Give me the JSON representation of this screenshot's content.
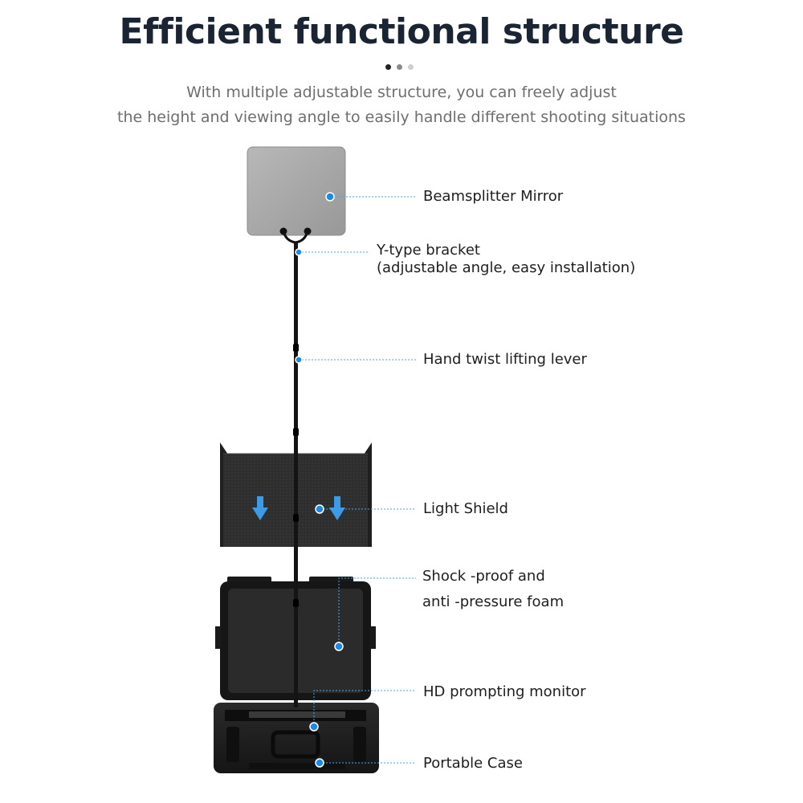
{
  "header": {
    "title": "Efficient functional structure",
    "subtitle_line1": "With multiple adjustable structure, you can freely adjust",
    "subtitle_line2": "the height and viewing angle to easily handle different shooting situations"
  },
  "carousel": {
    "active_index": 1,
    "total": 3,
    "dot_colors": [
      "#222222",
      "#8a8a8a",
      "#cfcfcf"
    ]
  },
  "callouts": {
    "mirror": "Beamsplitter Mirror",
    "bracket_line1": "Y-type bracket",
    "bracket_line2": "(adjustable angle, easy installation)",
    "lever": "Hand twist lifting lever",
    "shield": "Light Shield",
    "foam_line1": "Shock -proof and",
    "foam_line2": "anti -pressure foam",
    "monitor": "HD prompting monitor",
    "case": "Portable Case"
  },
  "colors": {
    "accent": "#1e88e5",
    "title": "#1b2433",
    "leader_line": "#4aa3ea",
    "arrow": "#3b9be6"
  }
}
